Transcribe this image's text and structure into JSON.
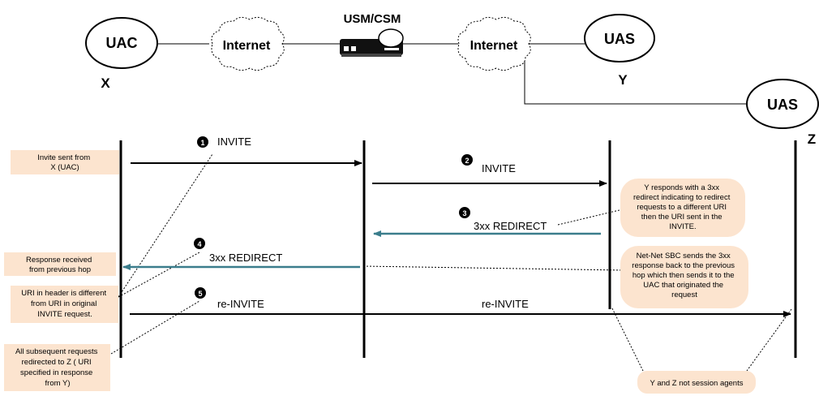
{
  "network": {
    "uac_label": "UAC",
    "uas_label": "UAS",
    "uas2_label": "UAS",
    "internet_label_1": "Internet",
    "internet_label_2": "Internet",
    "device_label": "USM/CSM",
    "x_label": "X",
    "y_label": "Y",
    "z_label": "Z"
  },
  "messages": {
    "m1": {
      "step": "1",
      "label": "INVITE"
    },
    "m2": {
      "step": "2",
      "label": "INVITE"
    },
    "m3": {
      "step": "3",
      "label": "3xx REDIRECT"
    },
    "m4": {
      "step": "4",
      "label": "3xx REDIRECT"
    },
    "m5": {
      "step": "5",
      "label": "re-INVITE",
      "label2": "re-INVITE"
    }
  },
  "notes": {
    "invite_sent": [
      "Invite sent from",
      "X (UAC)"
    ],
    "response_received": [
      "Response received",
      "from previous hop"
    ],
    "uri_different": [
      "URI in header is different",
      "from URI in original",
      "INVITE request."
    ],
    "subsequent": [
      "All subsequent requests",
      "redirected to Z ( URI",
      "specified in response",
      "from Y)"
    ],
    "y_responds": [
      "Y responds with a 3xx",
      "redirect indicating to redirect",
      "requests to a different URI",
      "then the URI sent in the",
      "INVITE."
    ],
    "sbc_sends": [
      "Net-Net SBC sends the 3xx",
      "response back to the previous",
      "hop which then sends it to the",
      "UAC that originated the",
      "request"
    ],
    "not_agents": [
      "Y and Z not session agents"
    ]
  },
  "colors": {
    "note_fill": "#fce4cf",
    "redirect_arrow": "#3b7d8c",
    "line": "#000000"
  }
}
